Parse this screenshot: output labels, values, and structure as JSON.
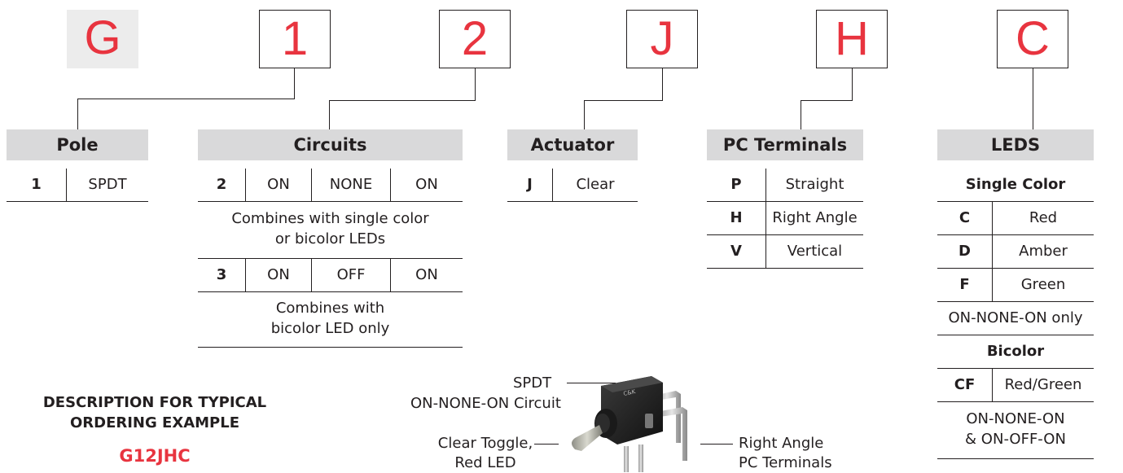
{
  "code": [
    "G",
    "1",
    "2",
    "J",
    "H",
    "C"
  ],
  "pole": {
    "title": "Pole",
    "rows": [
      {
        "code": "1",
        "desc": "SPDT"
      }
    ]
  },
  "circuits": {
    "title": "Circuits",
    "rows": [
      {
        "code": "2",
        "a": "ON",
        "b": "NONE",
        "c": "ON"
      },
      {
        "code": "3",
        "a": "ON",
        "b": "OFF",
        "c": "ON"
      }
    ],
    "note1_line1": "Combines with single color",
    "note1_line2": "or bicolor LEDs",
    "note2_line1": "Combines with",
    "note2_line2": "bicolor LED only"
  },
  "actuator": {
    "title": "Actuator",
    "rows": [
      {
        "code": "J",
        "desc": "Clear"
      }
    ]
  },
  "terminals": {
    "title": "PC Terminals",
    "rows": [
      {
        "code": "P",
        "desc": "Straight"
      },
      {
        "code": "H",
        "desc": "Right Angle"
      },
      {
        "code": "V",
        "desc": "Vertical"
      }
    ]
  },
  "leds": {
    "title": "LEDS",
    "single_label": "Single Color",
    "single_rows": [
      {
        "code": "C",
        "desc": "Red"
      },
      {
        "code": "D",
        "desc": "Amber"
      },
      {
        "code": "F",
        "desc": "Green"
      }
    ],
    "single_note": "ON-NONE-ON only",
    "bicolor_label": "Bicolor",
    "bicolor_rows": [
      {
        "code": "CF",
        "desc": "Red/Green"
      }
    ],
    "bicolor_note_line1": "ON-NONE-ON",
    "bicolor_note_line2": "& ON-OFF-ON"
  },
  "example": {
    "heading_line1": "DESCRIPTION FOR TYPICAL",
    "heading_line2": "ORDERING EXAMPLE",
    "part_number": "G12JHC",
    "callout_spdt": "SPDT",
    "callout_circuit": "ON-NONE-ON Circuit",
    "callout_toggle_line1": "Clear Toggle,",
    "callout_toggle_line2": "Red LED",
    "callout_terminal_line1": "Right Angle",
    "callout_terminal_line2": "PC Terminals"
  },
  "colors": {
    "accent": "#e8343f",
    "header_bg": "#d9d9da",
    "text": "#231f20"
  }
}
